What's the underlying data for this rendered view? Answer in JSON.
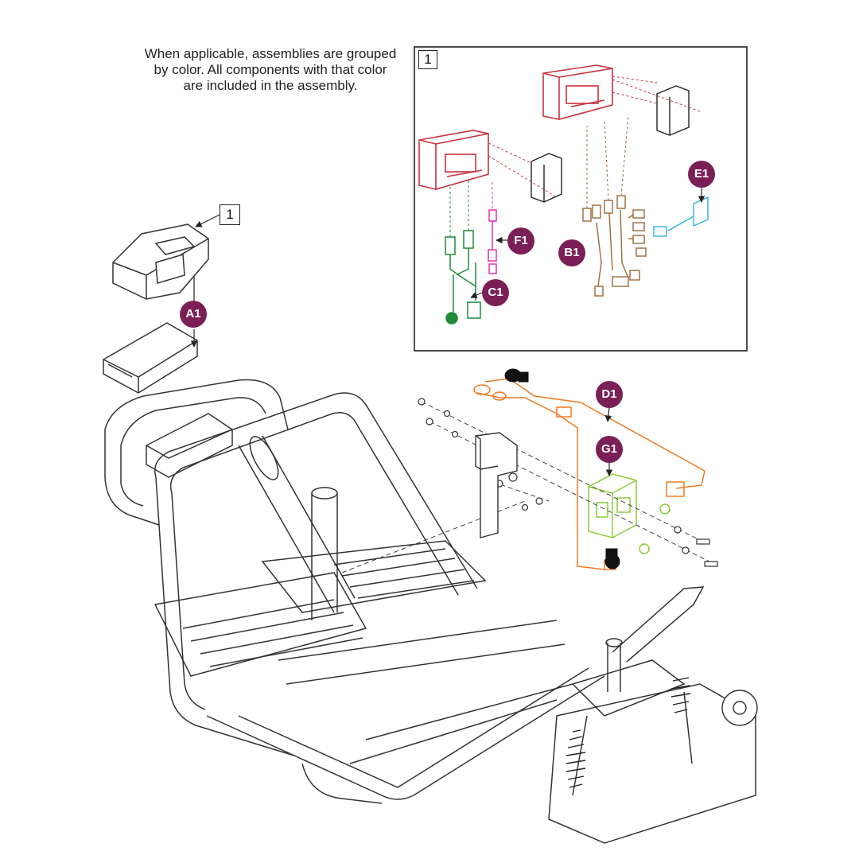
{
  "note_lines": [
    "When applicable, assemblies are grouped",
    "by color. All components with that color",
    "are included in the assembly."
  ],
  "inset_tag": "1",
  "frame_tag": "1",
  "callouts": {
    "A1": "A1",
    "B1": "B1",
    "C1": "C1",
    "D1": "D1",
    "E1": "E1",
    "F1": "F1",
    "G1": "G1"
  },
  "colors": {
    "callout_fill": "#7b1f57",
    "assembly_red": "#c8323f",
    "assembly_brown": "#9a6a3a",
    "assembly_green": "#1f8a3a",
    "assembly_magenta": "#e030b8",
    "assembly_cyan": "#2ab7d8",
    "assembly_orange": "#f07a20",
    "assembly_lime": "#8ccc3a",
    "line_art": "#333333"
  }
}
